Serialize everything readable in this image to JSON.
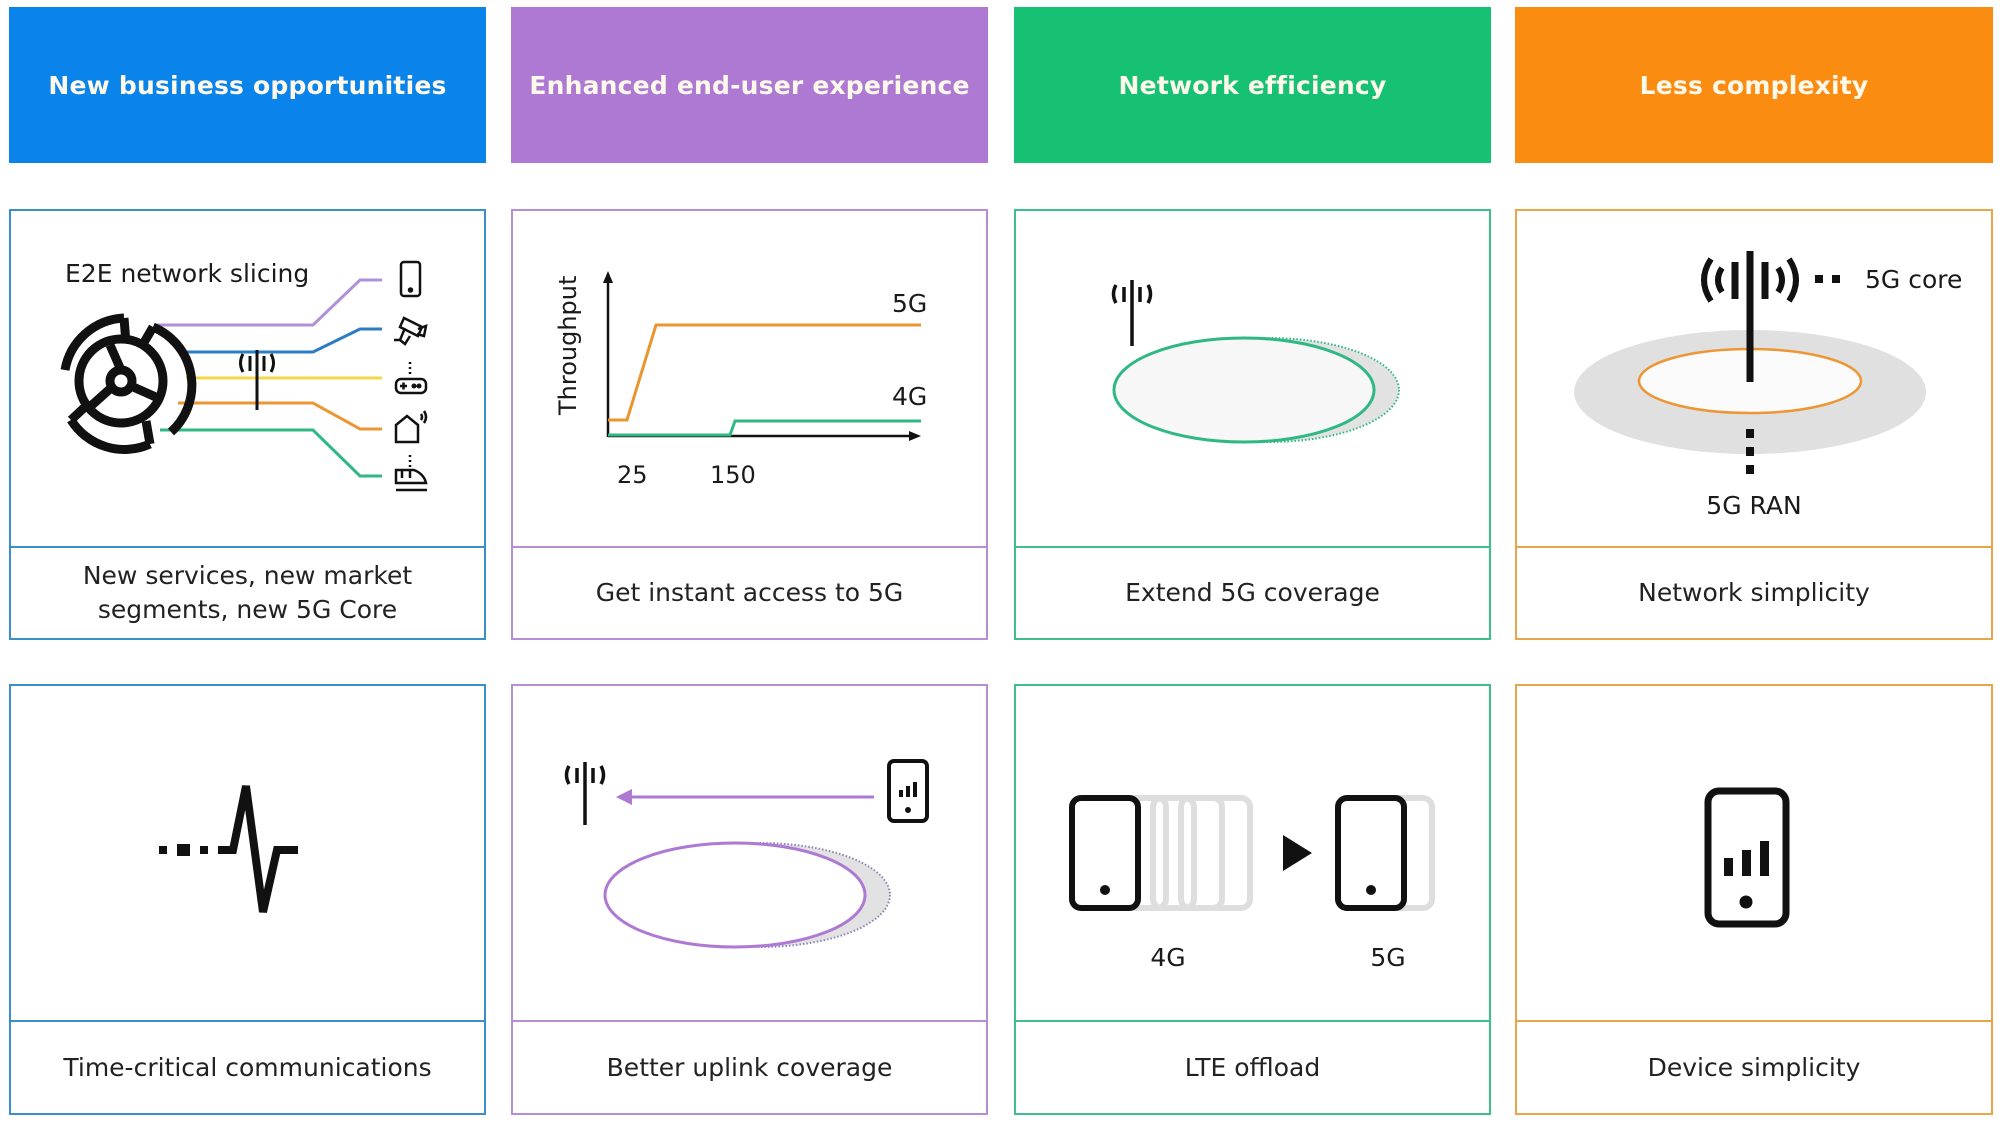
{
  "colors": {
    "blue": "#0a84ea",
    "purple": "#ad79d2",
    "green": "#16c173",
    "orange": "#fb8c12",
    "border_blue": "#3a8fc8",
    "border_purple": "#b58ed6",
    "border_green": "#3dbf8a",
    "border_orange": "#e8a54a"
  },
  "headers": [
    {
      "label": "New business opportunities"
    },
    {
      "label": "Enhanced end-user experience"
    },
    {
      "label": "Network efficiency"
    },
    {
      "label": "Less complexity"
    }
  ],
  "row1": [
    {
      "caption": "New services, new market segments, new 5G Core",
      "art_title": "E2E network slicing",
      "devices": [
        "smartphone-icon",
        "security-camera-icon",
        "game-controller-icon",
        "smart-home-icon",
        "train-icon"
      ]
    },
    {
      "caption": "Get instant access to 5G"
    },
    {
      "caption": "Extend 5G coverage"
    },
    {
      "caption": "Network simplicity",
      "label_core": "5G core",
      "label_ran": "5G RAN"
    }
  ],
  "row2": [
    {
      "caption": "Time-critical communications"
    },
    {
      "caption": "Better uplink coverage"
    },
    {
      "caption": "LTE offload",
      "label_left": "4G",
      "label_right": "5G"
    },
    {
      "caption": "Device simplicity"
    }
  ],
  "chart_data": {
    "type": "line",
    "title": "",
    "xlabel": "",
    "ylabel": "Throughput",
    "x_ticks": [
      "25",
      "150"
    ],
    "series": [
      {
        "name": "5G",
        "points": [
          [
            0,
            1
          ],
          [
            25,
            1
          ],
          [
            35,
            7
          ],
          [
            300,
            7
          ]
        ]
      },
      {
        "name": "4G",
        "points": [
          [
            0,
            0
          ],
          [
            150,
            0
          ],
          [
            152,
            1
          ],
          [
            300,
            1
          ]
        ]
      }
    ],
    "grid": false,
    "legend_position": "inline-right"
  }
}
